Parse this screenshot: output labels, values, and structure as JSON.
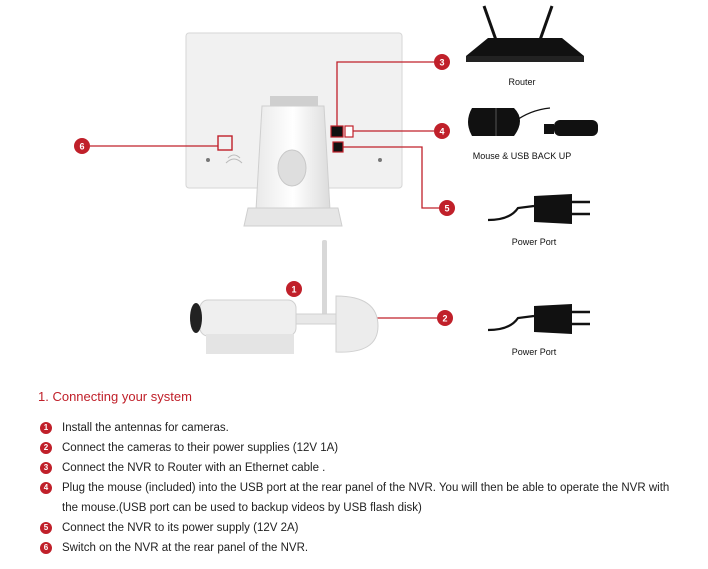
{
  "colors": {
    "accent": "#c0202a",
    "line": "#c0202a"
  },
  "labels": {
    "router": "Router",
    "mouse_usb": "Mouse & USB BACK UP",
    "power_port_top": "Power Port",
    "power_port_bottom": "Power Port"
  },
  "badges": {
    "b1": "1",
    "b2": "2",
    "b3": "3",
    "b4": "4",
    "b5": "5",
    "b6": "6"
  },
  "section_title": "1. Connecting your system",
  "steps": [
    {
      "num": "1",
      "text": "Install the antennas for cameras."
    },
    {
      "num": "2",
      "text": "Connect the cameras to their power supplies (12V 1A)"
    },
    {
      "num": "3",
      "text": "Connect the NVR to Router with an Ethernet cable ."
    },
    {
      "num": "4",
      "text": "Plug the mouse (included) into the USB port at the rear panel of the NVR. You will then be able to operate the NVR with the mouse.(USB port can be used to backup videos by USB flash disk)"
    },
    {
      "num": "5",
      "text": "Connect the NVR to its power supply (12V  2A)"
    },
    {
      "num": "6",
      "text": "Switch on the NVR at the rear panel of the NVR."
    }
  ]
}
